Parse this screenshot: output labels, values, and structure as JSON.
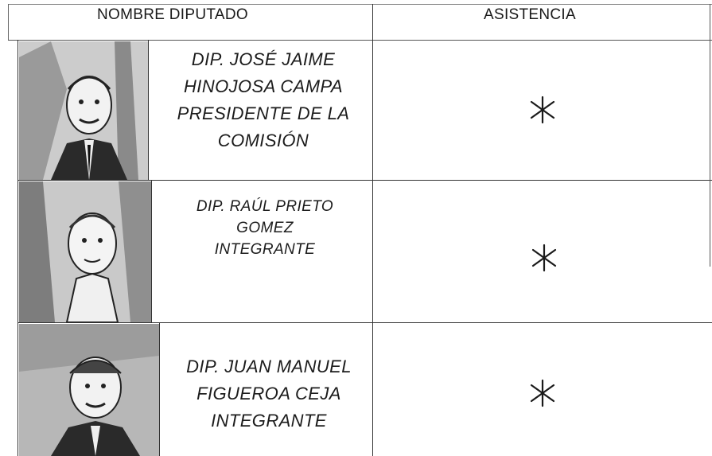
{
  "table": {
    "header": {
      "name_col": "NOMBRE DIPUTADO",
      "attendance_col": "ASISTENCIA"
    },
    "rows": [
      {
        "name_lines": [
          "DIP. JOSÉ JAIME",
          "HINOJOSA CAMPA",
          "PRESIDENTE DE LA",
          "COMISIÓN"
        ],
        "attendance_mark": "asterisk"
      },
      {
        "name_lines": [
          "DIP. RAÚL PRIETO",
          "GOMEZ",
          "INTEGRANTE"
        ],
        "attendance_mark": "asterisk"
      },
      {
        "name_lines": [
          "DIP. JUAN MANUEL",
          "FIGUEROA CEJA",
          "INTEGRANTE"
        ],
        "attendance_mark": "asterisk"
      }
    ]
  },
  "colors": {
    "ink": "#1c1c1c",
    "rule": "#333333"
  }
}
